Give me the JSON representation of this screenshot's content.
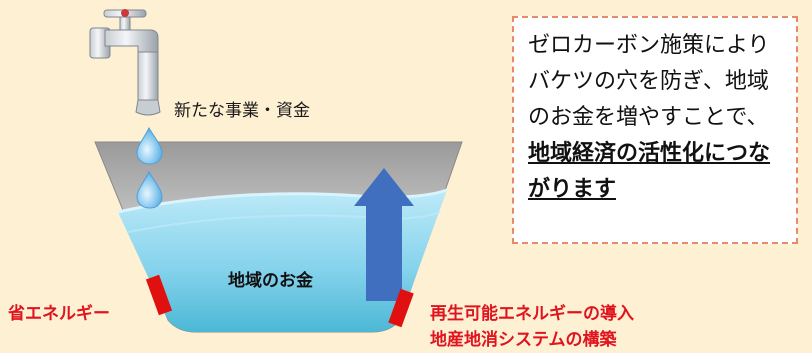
{
  "labels": {
    "faucet_caption": "新たな事業・資金",
    "bucket_center": "地域のお金",
    "left_leak": "省エネルギー",
    "right_leak_line1": "再生可能エネルギーの導入",
    "right_leak_line2": "地産地消システムの構築"
  },
  "callout": {
    "plain_text": "ゼロカーボン施策によりバケツの穴を防ぎ、地域のお金を増やすことで、",
    "emphasis_text": "地域経済の活性化につながります"
  },
  "colors": {
    "background": "#fdf0d3",
    "water_top": "#9fe0f4",
    "water_bottom": "#4cb8d6",
    "bucket_rim": "#b8b8b8",
    "arrow": "#3f6fbe",
    "leak_mark": "#e01010",
    "accent_red_text": "#e0141e",
    "callout_border": "#e8896a"
  },
  "icons": [
    "faucet-icon",
    "water-drop-icon",
    "up-arrow-icon"
  ]
}
